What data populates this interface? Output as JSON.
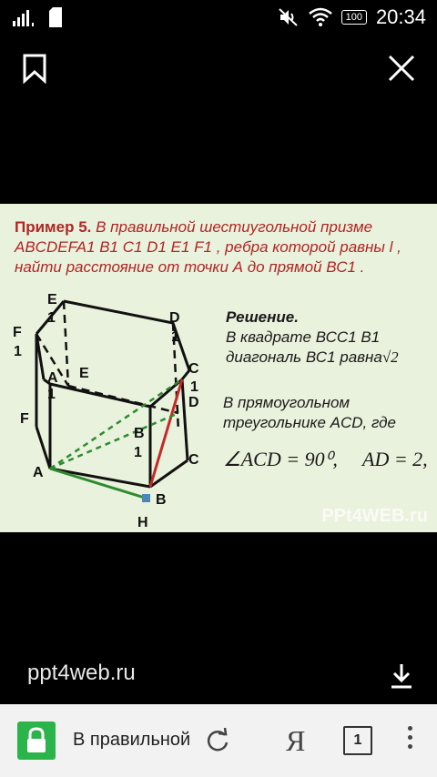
{
  "status": {
    "battery": "100",
    "time": "20:34"
  },
  "topbar": {
    "bookmark_icon": "bookmark-icon",
    "close_icon": "close-icon"
  },
  "slide": {
    "title_bold": "Пример 5.",
    "title_rest": " В правильной шестиугольной призме ABCDEFA1 B1 C1 D1 E1 F1 , ребра которой равны ",
    "title_l": "l",
    "title_end": " , найти расстояние от точки А до прямой ВС1 .",
    "solution_header": "Решение.",
    "solution_line1": "В квадрате ВСС1 В1",
    "solution_line2": "диагональ ВС1 равна",
    "solution_sqrt": "√2",
    "triangle_line1": "В прямоугольном",
    "triangle_line2": "треугольнике ACD, где",
    "formula1": "∠ACD = 90⁰,",
    "formula2": "AD = 2,",
    "watermark": "PPt4WEB.ru",
    "labels": {
      "E1a": "E",
      "E1b": "1",
      "D1a": "D",
      "D1b": "1",
      "F1a": "F",
      "F1b": "1",
      "A1a": "A",
      "A1b": "1",
      "E": "E",
      "C1a": "C",
      "C1b": "1",
      "D": "D",
      "F": "F",
      "B1a": "B",
      "B1b": "1",
      "C": "C",
      "A": "A",
      "B": "B",
      "H": "H"
    }
  },
  "page": {
    "site": "ppt4web.ru"
  },
  "bottombar": {
    "query": "В правильной",
    "tabs_count": "1",
    "yandex_label": "Я"
  }
}
